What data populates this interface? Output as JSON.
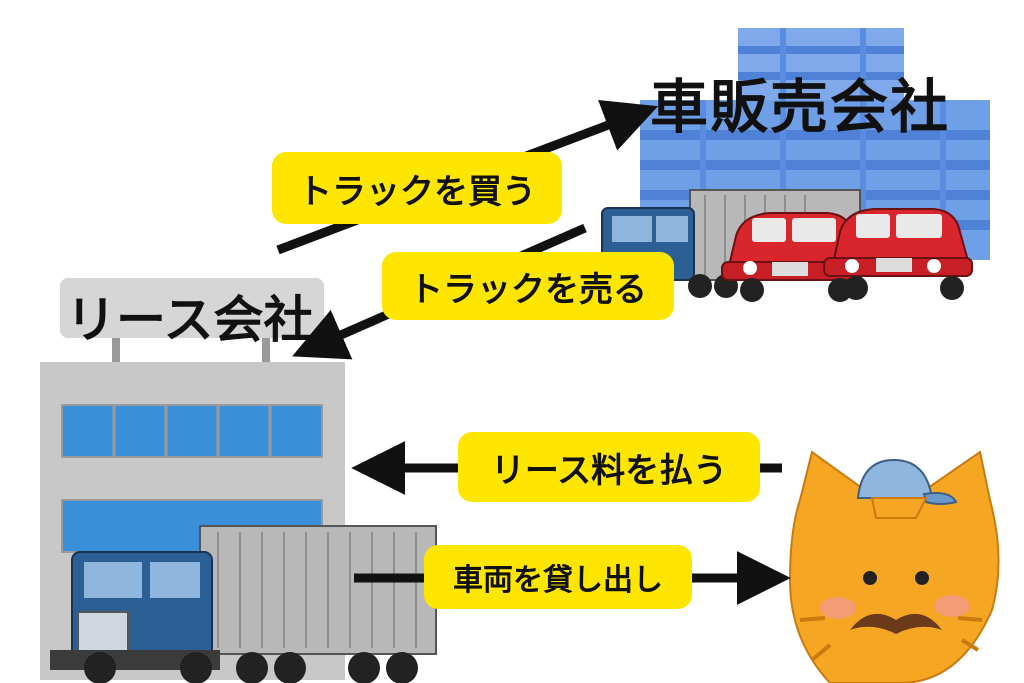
{
  "nodes": {
    "dealer": {
      "label": "車販売会社"
    },
    "lease": {
      "label": "リース会社"
    }
  },
  "edges": [
    {
      "id": "buy",
      "label": "トラックを買う",
      "from": "lease",
      "to": "dealer"
    },
    {
      "id": "sell",
      "label": "トラックを売る",
      "from": "dealer",
      "to": "lease"
    },
    {
      "id": "pay",
      "label": "リース料を払う",
      "from": "cat",
      "to": "lease"
    },
    {
      "id": "lend",
      "label": "車両を貸し出し",
      "from": "lease",
      "to": "cat"
    }
  ],
  "colors": {
    "label_bg": "#ffe600",
    "building_gray": "#c8c8c8",
    "window_blue": "#3a8fd9",
    "dealer_blue": "#6f9fe6",
    "car_red": "#d8262c",
    "cat_orange": "#f5a623"
  },
  "icons": [
    "lease-building-icon",
    "dealer-building-icon",
    "truck-icon",
    "red-car-icon",
    "cat-icon",
    "cap-icon"
  ]
}
